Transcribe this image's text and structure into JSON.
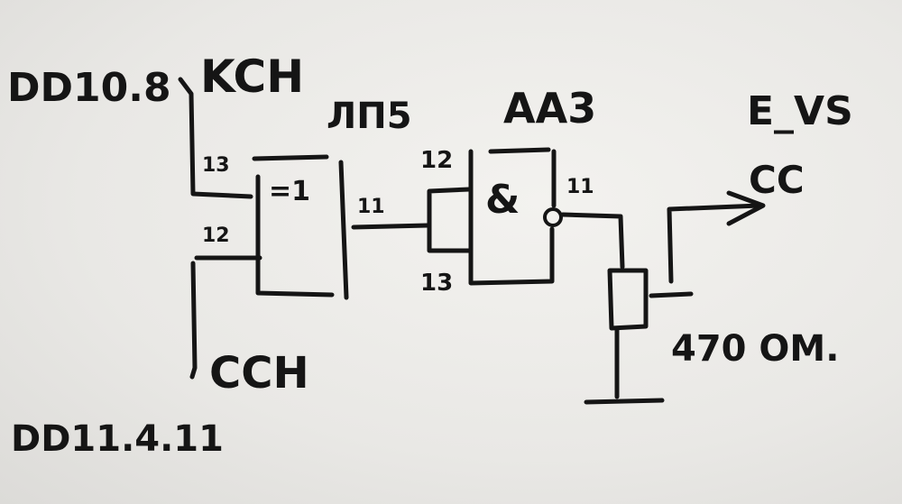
{
  "labels": {
    "top_signal_source": "DD10.8",
    "top_signal_name": "KCH",
    "bottom_signal_source": "DD11.4.11",
    "bottom_signal_name": "CCH",
    "gate1_name": "ЛП5",
    "gate1_symbol": "=1",
    "gate1_pin_in_top": "13",
    "gate1_pin_in_bottom": "12",
    "gate1_pin_out": "11",
    "gate2_name": "AA3",
    "gate2_symbol": "&",
    "gate2_pin_in_top": "12",
    "gate2_pin_in_bottom": "13",
    "gate2_pin_out": "11",
    "resistor_value": "470 ОМ.",
    "output_connector": "E_VS",
    "output_signal": "CC"
  },
  "colors": {
    "paper": "#ecebe8",
    "ink": "#151515"
  }
}
